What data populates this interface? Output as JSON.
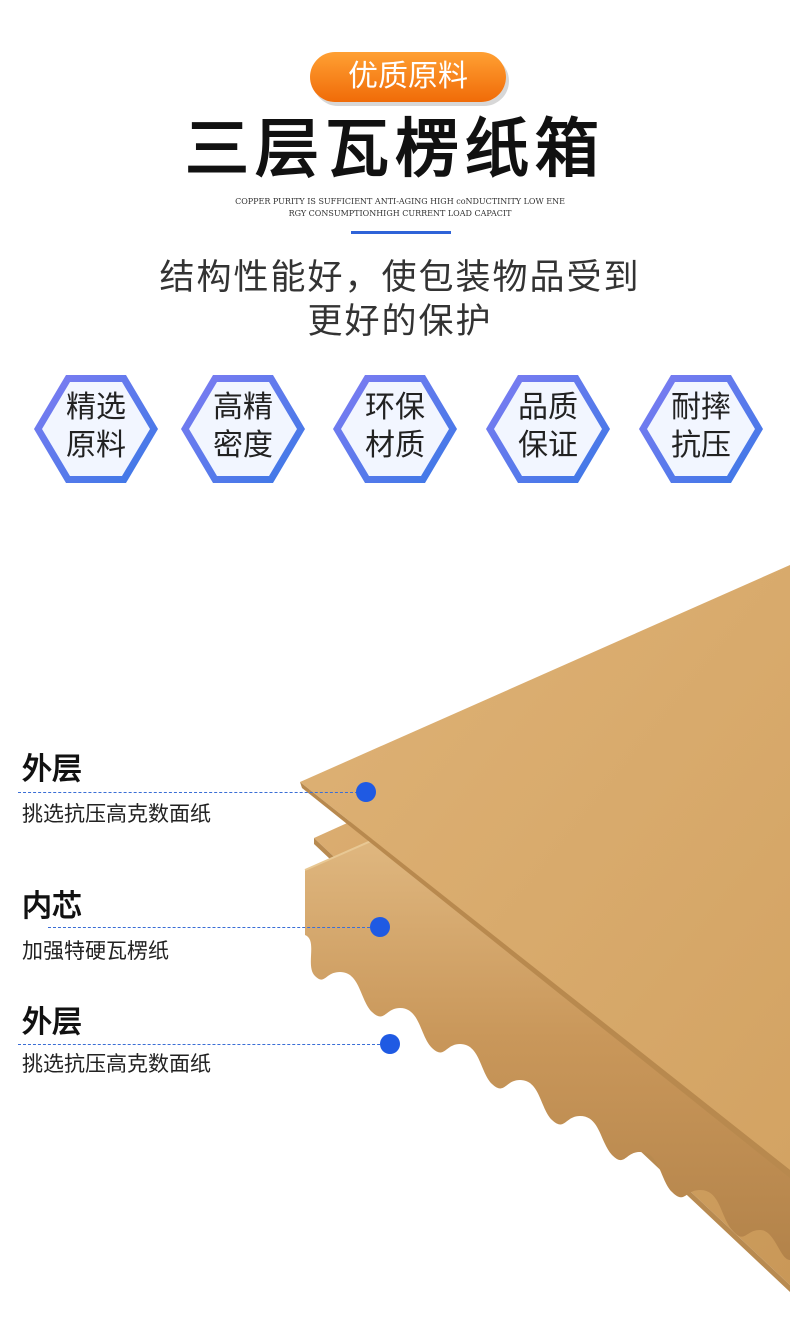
{
  "badge": "优质原料",
  "title": "三层瓦楞纸箱",
  "subtitle_en_line1": "COPPER PURITY IS SUFFICIENT ANTI-AGING HIGH coNDUCTINITY LOW ENE",
  "subtitle_en_line2": "RGY CONSUMPTIONHIGH CURRENT LOAD CAPACIT",
  "tagline_line1": "结构性能好，使包装物品受到",
  "tagline_line2": "更好的保护",
  "features": [
    {
      "line1": "精选",
      "line2": "原料"
    },
    {
      "line1": "高精",
      "line2": "密度"
    },
    {
      "line1": "环保",
      "line2": "材质"
    },
    {
      "line1": "品质",
      "line2": "保证"
    },
    {
      "line1": "耐摔",
      "line2": "抗压"
    }
  ],
  "layers": [
    {
      "name": "外层",
      "desc": "挑选抗压高克数面纸"
    },
    {
      "name": "内芯",
      "desc": "加强特硬瓦楞纸"
    },
    {
      "name": "外层",
      "desc": "挑选抗压高克数面纸"
    }
  ],
  "colors": {
    "accent_orange": "#f07a14",
    "accent_blue": "#2f63d8",
    "kraft": "#d9a86a"
  }
}
